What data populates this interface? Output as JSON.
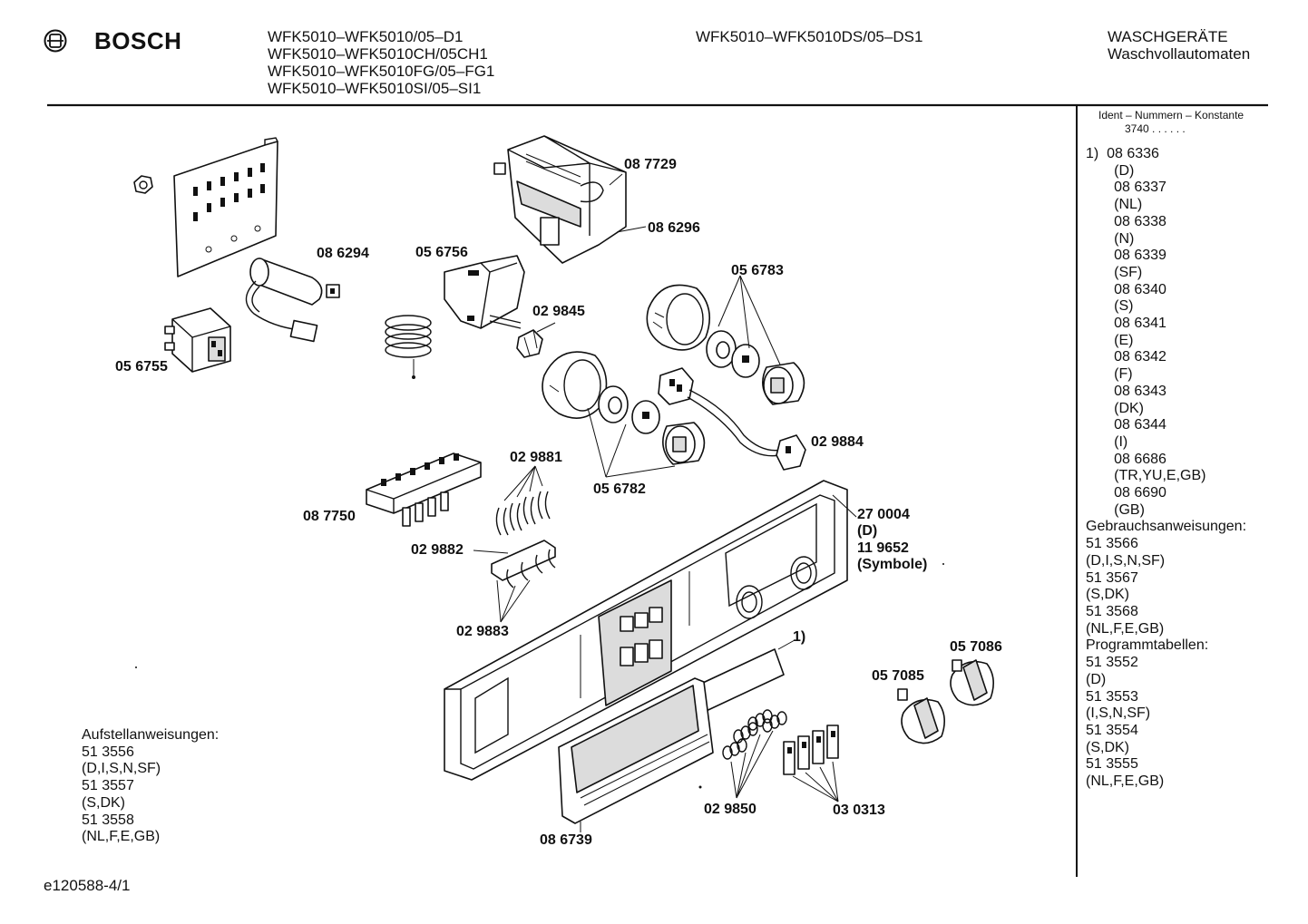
{
  "header": {
    "brand": "BOSCH",
    "models_left": [
      "WFK5010–WFK5010/05–D1",
      "WFK5010–WFK5010CH/05CH1",
      "WFK5010–WFK5010FG/05–FG1",
      "WFK5010–WFK5010SI/05–SI1"
    ],
    "model_center": "WFK5010–WFK5010DS/05–DS1",
    "category_line1": "WASCHGERÄTE",
    "category_line2": "Waschvollautomaten"
  },
  "ident": {
    "title": "Ident – Nummern – Konstante",
    "value": "3740  .  .  .  .  .  ."
  },
  "side_list": [
    "1)  08 6336",
    "       (D)",
    "       08 6337",
    "       (NL)",
    "       08 6338",
    "       (N)",
    "       08 6339",
    "       (SF)",
    "       08 6340",
    "       (S)",
    "       08 6341",
    "       (E)",
    "       08 6342",
    "       (F)",
    "       08 6343",
    "       (DK)",
    "       08 6344",
    "       (I)",
    "       08 6686",
    "       (TR,YU,E,GB)",
    "       08 6690",
    "       (GB)",
    "Gebrauchsanweisungen:",
    "51 3566",
    "(D,I,S,N,SF)",
    "51 3567",
    "(S,DK)",
    "51 3568",
    "(NL,F,E,GB)",
    "Programmtabellen:",
    "51 3552",
    "(D)",
    "51 3553",
    "(I,S,N,SF)",
    "51 3554",
    "(S,DK)",
    "51 3555",
    "(NL,F,E,GB)"
  ],
  "setup": {
    "title": "Aufstellanweisungen:",
    "lines": [
      "51 3556",
      "(D,I,S,N,SF)",
      "51 3557",
      "(S,DK)",
      "51 3558",
      "(NL,F,E,GB)"
    ]
  },
  "part_labels": {
    "p087729": "08 7729",
    "p086296": "08 6296",
    "p086294": "08 6294",
    "p056756": "05 6756",
    "p056783": "05 6783",
    "p029845": "02 9845",
    "p056755": "05 6755",
    "p029884": "02 9884",
    "p029881": "02 9881",
    "p056782": "05 6782",
    "p087750": "08 7750",
    "p029882": "02 9882",
    "p029883": "02 9883",
    "p270004": "27 0004",
    "pD": "(D)",
    "p119652": "11 9652",
    "pSymbole": "(Symbole)",
    "p1": "1)",
    "p057086": "05 7086",
    "p057085": "05 7085",
    "p029850": "02 9850",
    "p030313": "03 0313",
    "p086739": "08 6739"
  },
  "footer_code": "e120588-4/1",
  "icons": [
    "bosch-logo-icon"
  ]
}
